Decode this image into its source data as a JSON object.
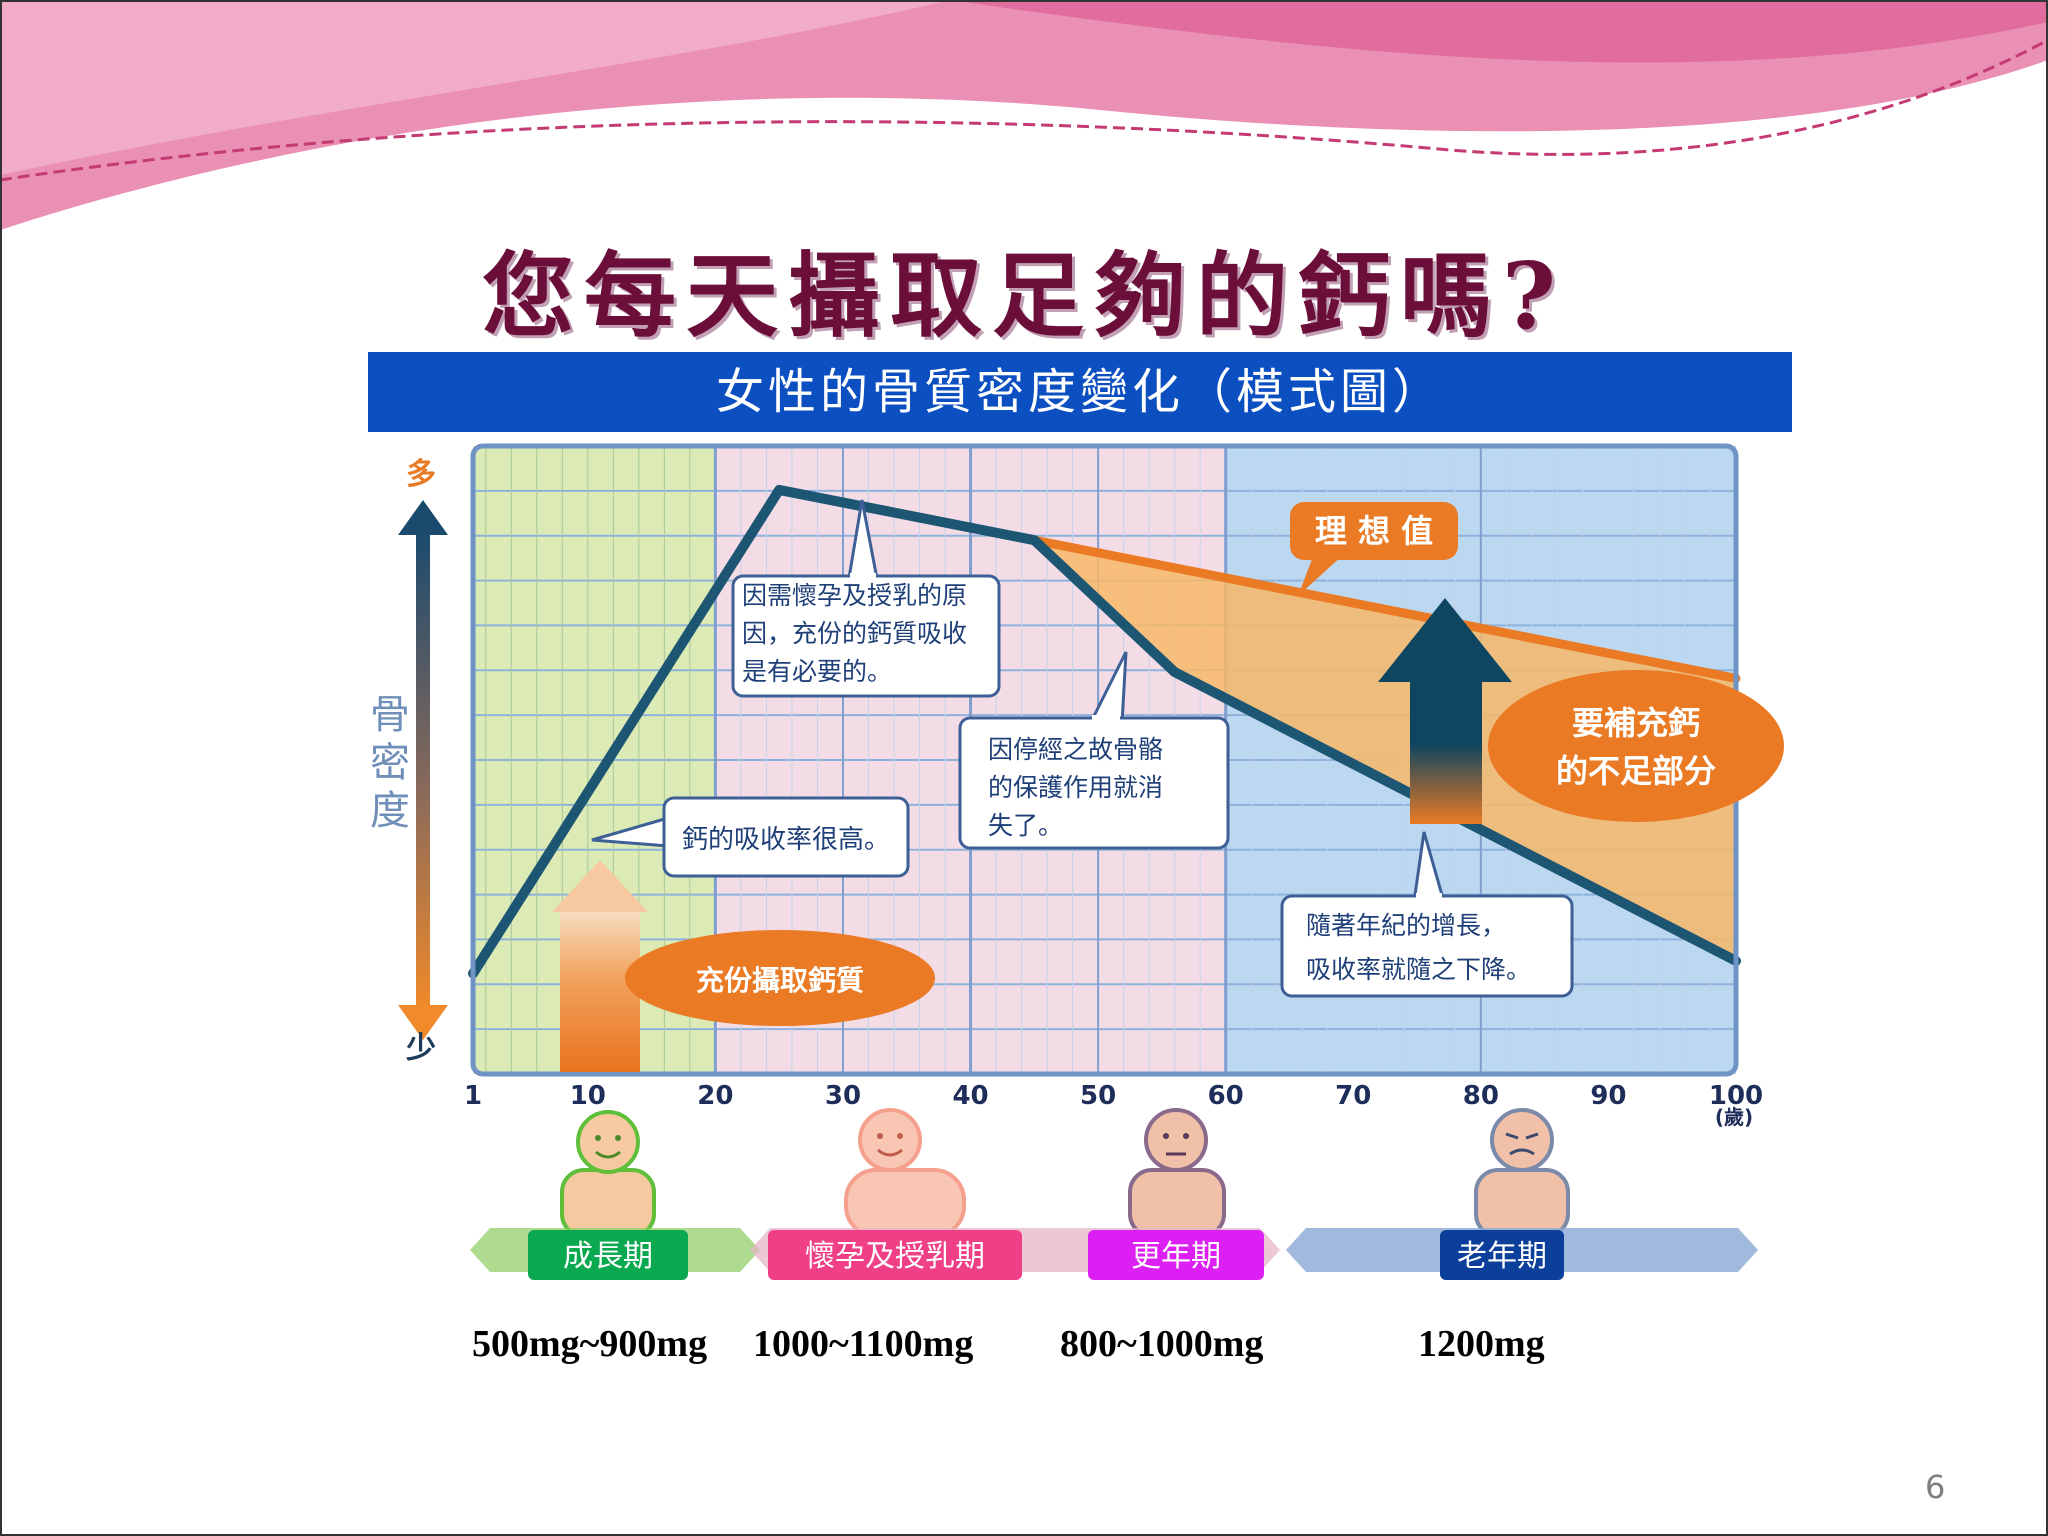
{
  "slide": {
    "title": "您每天攝取足夠的鈣嗎?",
    "page_number": "6"
  },
  "chart_data": {
    "type": "line",
    "title": "女性的骨質密度變化（模式圖）",
    "ylabel": "骨密度",
    "y_top_label": "多",
    "y_bottom_label": "少",
    "x_ticks": [
      "1",
      "10",
      "20",
      "30",
      "40",
      "50",
      "60",
      "70",
      "80",
      "90",
      "100"
    ],
    "x_unit": "(歲)",
    "xlim": [
      1,
      100
    ],
    "ylim": [
      0,
      10
    ],
    "grid": true,
    "series": [
      {
        "name": "理 想 值",
        "color": "#ea7a24",
        "x": [
          25,
          100
        ],
        "y": [
          9.3,
          6.3
        ]
      },
      {
        "name": "",
        "color": "#1d5673",
        "x": [
          1,
          25,
          45,
          56,
          100
        ],
        "y": [
          1.6,
          9.3,
          8.5,
          6.4,
          1.8
        ]
      }
    ],
    "age_periods": [
      {
        "label": "成長期",
        "from": 1,
        "to": 20,
        "color": "#dcebb6",
        "badge_color": "#0aa84f",
        "dose": "500mg~900mg"
      },
      {
        "label": "懷孕及授乳期",
        "from": 20,
        "to": 40,
        "color": "#f4dce7",
        "badge_color": "#ef3f86",
        "dose": "1000~1100mg"
      },
      {
        "label": "更年期",
        "from": 40,
        "to": 60,
        "color": "#f4dce7",
        "badge_color": "#dc1ff2",
        "dose": "800~1000mg"
      },
      {
        "label": "老年期",
        "from": 60,
        "to": 100,
        "color": "#bcd7f0",
        "badge_color": "#0b3f99",
        "dose": "1200mg"
      }
    ],
    "annotations": {
      "pregnancy": [
        "因需懷孕及授乳的原",
        "因，充份的鈣質吸收",
        "是有必要的。"
      ],
      "menopause": [
        "因停經之故骨骼",
        "的保護作用就消",
        "失了。"
      ],
      "absorption": "鈣的吸收率很高。",
      "aging": [
        "隨著年紀的增長，",
        "吸收率就隨之下降。"
      ],
      "intake": "充份攝取鈣質",
      "supplement": [
        "要補充鈣",
        "的不足部分"
      ]
    }
  }
}
